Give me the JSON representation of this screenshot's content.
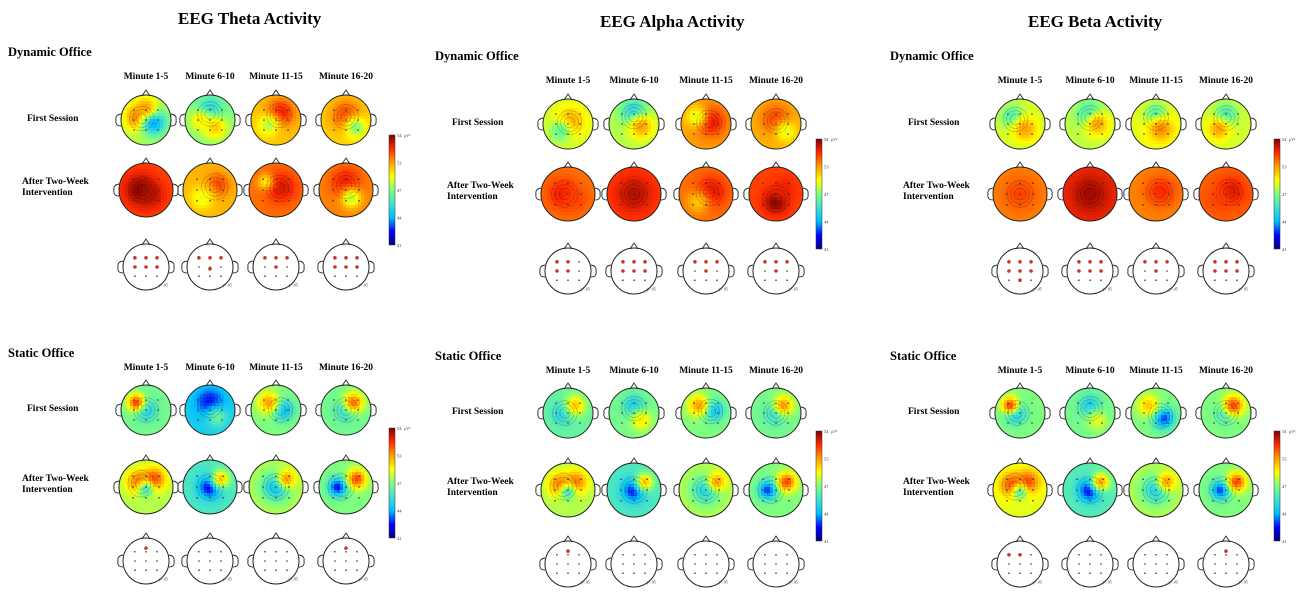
{
  "columns": [
    {
      "title": "EEG Theta Activity",
      "colorbar_ticks": [
        "54",
        "53",
        "47",
        "44",
        "41"
      ]
    },
    {
      "title": "EEG Alpha Activity",
      "colorbar_ticks": [
        "54",
        "53",
        "47",
        "44",
        "41"
      ]
    },
    {
      "title": "EEG Beta Activity",
      "colorbar_ticks": [
        "54",
        "53",
        "47",
        "44",
        "41"
      ]
    }
  ],
  "colorbar_unit": "μV²",
  "sections": [
    "Dynamic Office",
    "Static Office"
  ],
  "minutes": [
    "Minute 1-5",
    "Minute 6-10",
    "Minute 11-15",
    "Minute 16-20"
  ],
  "row_labels": {
    "first": "First Session",
    "after_line1": "After Two-Week",
    "after_line2": "Intervention"
  },
  "significance_label": "p<.05",
  "colormap": [
    "#00007f",
    "#0000ff",
    "#00bfff",
    "#40e0d0",
    "#7fff7f",
    "#ffff00",
    "#ff9f00",
    "#ff2a00",
    "#7f0000"
  ],
  "topomaps": {
    "theta_dynamic": {
      "first": [
        {
          "base": 0.55,
          "blobs": [
            [
              -0.3,
              0.1,
              0.35,
              0.85
            ],
            [
              0.3,
              -0.1,
              0.35,
              0.2
            ],
            [
              0,
              0.5,
              0.3,
              0.75
            ]
          ]
        },
        {
          "base": 0.5,
          "blobs": [
            [
              0,
              0.4,
              0.35,
              0.3
            ],
            [
              0.2,
              -0.3,
              0.35,
              0.7
            ],
            [
              -0.4,
              0,
              0.3,
              0.65
            ]
          ]
        },
        {
          "base": 0.7,
          "blobs": [
            [
              0.2,
              0.3,
              0.4,
              0.9
            ],
            [
              -0.3,
              -0.2,
              0.3,
              0.55
            ]
          ]
        },
        {
          "base": 0.68,
          "blobs": [
            [
              0,
              0.2,
              0.45,
              0.85
            ],
            [
              0.4,
              -0.3,
              0.3,
              0.5
            ]
          ]
        }
      ],
      "after": [
        {
          "base": 0.85,
          "blobs": [
            [
              -0.2,
              0,
              0.4,
              1
            ],
            [
              0.2,
              -0.2,
              0.3,
              0.95
            ]
          ]
        },
        {
          "base": 0.72,
          "blobs": [
            [
              0.3,
              0.2,
              0.3,
              0.85
            ],
            [
              -0.3,
              -0.3,
              0.3,
              0.6
            ]
          ]
        },
        {
          "base": 0.8,
          "blobs": [
            [
              0.2,
              0.1,
              0.4,
              0.92
            ],
            [
              -0.4,
              0.3,
              0.2,
              0.65
            ]
          ]
        },
        {
          "base": 0.78,
          "blobs": [
            [
              0,
              0.3,
              0.4,
              0.9
            ],
            [
              0.2,
              -0.3,
              0.25,
              0.55
            ]
          ]
        }
      ],
      "sig": [
        [
          [
            -0.3,
            0.25
          ],
          [
            0,
            0.25
          ],
          [
            0.3,
            0.25
          ],
          [
            -0.3,
            0
          ],
          [
            0,
            0
          ],
          [
            0.3,
            0
          ]
        ],
        [
          [
            -0.3,
            0.25
          ],
          [
            0,
            0.25
          ],
          [
            0.3,
            0.25
          ],
          [
            0,
            -0.05
          ]
        ],
        [
          [
            -0.3,
            0.25
          ],
          [
            0,
            0.25
          ],
          [
            0.3,
            0.25
          ],
          [
            0,
            0
          ]
        ],
        [
          [
            -0.3,
            0.25
          ],
          [
            0,
            0.25
          ],
          [
            0.3,
            0.25
          ],
          [
            -0.3,
            0
          ],
          [
            0,
            0
          ],
          [
            0.3,
            0
          ]
        ]
      ]
    },
    "alpha_dynamic": {
      "first": [
        {
          "base": 0.58,
          "blobs": [
            [
              0.1,
              0.1,
              0.4,
              0.75
            ],
            [
              -0.3,
              -0.3,
              0.3,
              0.45
            ]
          ]
        },
        {
          "base": 0.55,
          "blobs": [
            [
              0,
              0.5,
              0.35,
              0.3
            ],
            [
              0.3,
              -0.1,
              0.35,
              0.75
            ]
          ]
        },
        {
          "base": 0.75,
          "blobs": [
            [
              0.2,
              0.1,
              0.4,
              0.92
            ],
            [
              -0.4,
              0.3,
              0.3,
              0.6
            ]
          ]
        },
        {
          "base": 0.72,
          "blobs": [
            [
              0,
              0.2,
              0.45,
              0.85
            ],
            [
              0.4,
              -0.3,
              0.3,
              0.6
            ]
          ]
        }
      ],
      "after": [
        {
          "base": 0.8,
          "blobs": [
            [
              -0.2,
              0,
              0.4,
              0.9
            ],
            [
              0.3,
              -0.2,
              0.3,
              0.85
            ]
          ]
        },
        {
          "base": 0.85,
          "blobs": [
            [
              0,
              0,
              0.5,
              0.95
            ]
          ]
        },
        {
          "base": 0.8,
          "blobs": [
            [
              0.2,
              0.1,
              0.4,
              0.92
            ],
            [
              -0.3,
              -0.3,
              0.3,
              0.7
            ]
          ]
        },
        {
          "base": 0.85,
          "blobs": [
            [
              0,
              -0.3,
              0.3,
              1
            ],
            [
              0.3,
              0.2,
              0.3,
              0.9
            ]
          ]
        }
      ],
      "sig": [
        [
          [
            -0.3,
            0.25
          ],
          [
            0,
            0.25
          ],
          [
            -0.3,
            0
          ],
          [
            0,
            0
          ]
        ],
        [
          [
            -0.3,
            0.25
          ],
          [
            0,
            0.25
          ],
          [
            0.3,
            0.25
          ],
          [
            -0.3,
            0
          ],
          [
            0,
            0
          ],
          [
            0.3,
            0
          ]
        ],
        [
          [
            -0.3,
            0.25
          ],
          [
            0,
            0.25
          ],
          [
            0.3,
            0.25
          ],
          [
            0,
            0
          ]
        ],
        [
          [
            -0.3,
            0.25
          ],
          [
            0,
            0.25
          ],
          [
            0.3,
            0.25
          ],
          [
            0,
            0
          ]
        ]
      ]
    },
    "beta_dynamic": {
      "first": [
        {
          "base": 0.58,
          "blobs": [
            [
              -0.3,
              0.3,
              0.3,
              0.4
            ],
            [
              0.2,
              -0.2,
              0.35,
              0.75
            ]
          ]
        },
        {
          "base": 0.56,
          "blobs": [
            [
              0,
              0.4,
              0.35,
              0.35
            ],
            [
              0.3,
              0,
              0.35,
              0.75
            ]
          ]
        },
        {
          "base": 0.6,
          "blobs": [
            [
              0,
              0.4,
              0.3,
              0.4
            ],
            [
              0.2,
              -0.2,
              0.35,
              0.78
            ]
          ]
        },
        {
          "base": 0.58,
          "blobs": [
            [
              0,
              0.4,
              0.3,
              0.4
            ],
            [
              -0.3,
              -0.2,
              0.3,
              0.75
            ]
          ]
        }
      ],
      "after": [
        {
          "base": 0.78,
          "blobs": [
            [
              0,
              0,
              0.45,
              0.85
            ]
          ]
        },
        {
          "base": 0.88,
          "blobs": [
            [
              0,
              0,
              0.5,
              0.97
            ]
          ]
        },
        {
          "base": 0.78,
          "blobs": [
            [
              0.2,
              0.1,
              0.4,
              0.88
            ]
          ]
        },
        {
          "base": 0.82,
          "blobs": [
            [
              0.2,
              0.1,
              0.35,
              0.92
            ],
            [
              -0.3,
              -0.2,
              0.3,
              0.85
            ]
          ]
        }
      ],
      "sig": [
        [
          [
            -0.3,
            0.25
          ],
          [
            0,
            0.25
          ],
          [
            0.3,
            0.25
          ],
          [
            -0.3,
            0
          ],
          [
            0,
            0
          ],
          [
            0.3,
            0
          ],
          [
            0,
            -0.25
          ]
        ],
        [
          [
            -0.3,
            0.25
          ],
          [
            0,
            0.25
          ],
          [
            0.3,
            0.25
          ],
          [
            -0.3,
            0
          ],
          [
            0,
            0
          ],
          [
            0.3,
            0
          ]
        ],
        [
          [
            -0.3,
            0.25
          ],
          [
            0,
            0.25
          ],
          [
            0.3,
            0.25
          ],
          [
            0,
            0
          ]
        ],
        [
          [
            -0.3,
            0.25
          ],
          [
            0,
            0.25
          ],
          [
            0.3,
            0.25
          ],
          [
            -0.3,
            0
          ],
          [
            0,
            0
          ],
          [
            0.3,
            0
          ]
        ]
      ]
    },
    "theta_static": {
      "first": [
        {
          "base": 0.48,
          "blobs": [
            [
              0,
              0,
              0.3,
              0.3
            ],
            [
              -0.4,
              0.3,
              0.25,
              0.85
            ]
          ]
        },
        {
          "base": 0.3,
          "blobs": [
            [
              0,
              0.3,
              0.4,
              0.12
            ],
            [
              0.3,
              -0.3,
              0.3,
              0.45
            ]
          ]
        },
        {
          "base": 0.5,
          "blobs": [
            [
              0.3,
              0,
              0.3,
              0.25
            ],
            [
              -0.3,
              0.3,
              0.3,
              0.75
            ]
          ]
        },
        {
          "base": 0.48,
          "blobs": [
            [
              0,
              0,
              0.3,
              0.3
            ],
            [
              0.3,
              0.3,
              0.3,
              0.8
            ]
          ]
        }
      ],
      "after": [
        {
          "base": 0.55,
          "blobs": [
            [
              -0.3,
              0.2,
              0.3,
              0.8
            ],
            [
              0.3,
              0.3,
              0.3,
              0.85
            ],
            [
              0,
              -0.1,
              0.2,
              0.4
            ]
          ]
        },
        {
          "base": 0.4,
          "blobs": [
            [
              0,
              0,
              0.3,
              0.08
            ],
            [
              0.4,
              0.3,
              0.25,
              0.7
            ]
          ]
        },
        {
          "base": 0.55,
          "blobs": [
            [
              0,
              0,
              0.35,
              0.25
            ],
            [
              0.4,
              0.3,
              0.25,
              0.75
            ]
          ]
        },
        {
          "base": 0.5,
          "blobs": [
            [
              -0.3,
              0,
              0.25,
              0.12
            ],
            [
              0.4,
              0.3,
              0.25,
              0.85
            ]
          ]
        }
      ],
      "sig": [
        [
          [
            0,
            0.35
          ]
        ],
        [],
        [],
        [
          [
            0,
            0.35
          ]
        ]
      ]
    },
    "alpha_static": {
      "first": [
        {
          "base": 0.45,
          "blobs": [
            [
              -0.2,
              0,
              0.3,
              0.3
            ],
            [
              0.3,
              0.3,
              0.3,
              0.7
            ]
          ]
        },
        {
          "base": 0.48,
          "blobs": [
            [
              0,
              0.3,
              0.3,
              0.3
            ],
            [
              0.3,
              -0.3,
              0.3,
              0.65
            ]
          ]
        },
        {
          "base": 0.5,
          "blobs": [
            [
              0.3,
              0.1,
              0.3,
              0.25
            ],
            [
              -0.3,
              0.3,
              0.3,
              0.75
            ]
          ]
        },
        {
          "base": 0.48,
          "blobs": [
            [
              0,
              0,
              0.3,
              0.3
            ],
            [
              0.3,
              0.3,
              0.3,
              0.75
            ]
          ]
        }
      ],
      "after": [
        {
          "base": 0.55,
          "blobs": [
            [
              -0.3,
              0.2,
              0.3,
              0.8
            ],
            [
              0.3,
              0.3,
              0.3,
              0.8
            ],
            [
              0,
              -0.1,
              0.2,
              0.4
            ]
          ]
        },
        {
          "base": 0.4,
          "blobs": [
            [
              0,
              0,
              0.3,
              0.1
            ],
            [
              0.4,
              0.3,
              0.25,
              0.7
            ]
          ]
        },
        {
          "base": 0.55,
          "blobs": [
            [
              0,
              0,
              0.35,
              0.3
            ],
            [
              0.4,
              0.3,
              0.25,
              0.75
            ]
          ]
        },
        {
          "base": 0.5,
          "blobs": [
            [
              -0.3,
              0,
              0.25,
              0.15
            ],
            [
              0.4,
              0.3,
              0.25,
              0.85
            ]
          ]
        }
      ],
      "sig": [
        [
          [
            0,
            0.35
          ]
        ],
        [],
        [],
        []
      ]
    },
    "beta_static": {
      "first": [
        {
          "base": 0.5,
          "blobs": [
            [
              -0.2,
              0,
              0.3,
              0.25
            ],
            [
              -0.4,
              0.3,
              0.25,
              0.85
            ]
          ]
        },
        {
          "base": 0.48,
          "blobs": [
            [
              0,
              0.3,
              0.3,
              0.3
            ],
            [
              0.3,
              -0.3,
              0.3,
              0.6
            ]
          ]
        },
        {
          "base": 0.5,
          "blobs": [
            [
              0.3,
              -0.2,
              0.3,
              0.15
            ],
            [
              -0.3,
              0.3,
              0.3,
              0.7
            ]
          ]
        },
        {
          "base": 0.5,
          "blobs": [
            [
              0,
              0,
              0.3,
              0.35
            ],
            [
              0.3,
              0.3,
              0.3,
              0.85
            ]
          ]
        }
      ],
      "after": [
        {
          "base": 0.6,
          "blobs": [
            [
              -0.3,
              0.2,
              0.3,
              0.85
            ],
            [
              0.3,
              0.3,
              0.3,
              0.85
            ],
            [
              0,
              -0.1,
              0.2,
              0.45
            ]
          ]
        },
        {
          "base": 0.42,
          "blobs": [
            [
              0,
              0,
              0.3,
              0.08
            ],
            [
              0.4,
              0.3,
              0.25,
              0.75
            ]
          ]
        },
        {
          "base": 0.55,
          "blobs": [
            [
              0,
              0,
              0.35,
              0.3
            ],
            [
              0.4,
              0.3,
              0.25,
              0.75
            ]
          ]
        },
        {
          "base": 0.5,
          "blobs": [
            [
              -0.2,
              0,
              0.25,
              0.15
            ],
            [
              0.4,
              0.3,
              0.25,
              0.85
            ]
          ]
        }
      ],
      "sig": [
        [
          [
            -0.3,
            0.25
          ],
          [
            0,
            0.25
          ]
        ],
        [],
        [],
        [
          [
            0,
            0.35
          ]
        ]
      ]
    }
  }
}
